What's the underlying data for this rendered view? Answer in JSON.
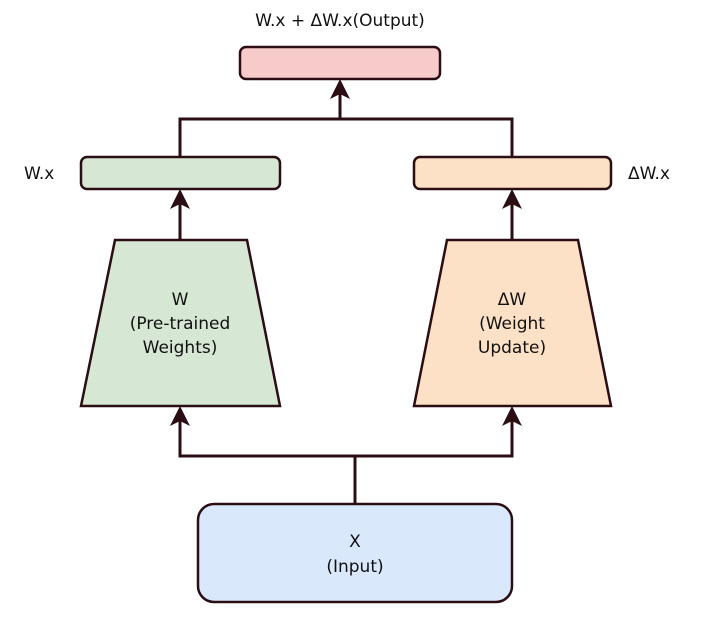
{
  "labels": {
    "output_caption": "W.x + ΔW.x(Output)",
    "left_caption": "W.x",
    "right_caption": "ΔW.x"
  },
  "pretrained": {
    "line1": "W",
    "line2": "(Pre-trained",
    "line3": "Weights)"
  },
  "update": {
    "line1": "ΔW",
    "line2": "(Weight",
    "line3": "Update)"
  },
  "input": {
    "line1": "X",
    "line2": "(Input)"
  },
  "colors": {
    "output_box": "#f8cbcb",
    "left_box": "#d6e8d4",
    "right_box": "#fde1c6",
    "input_box": "#d9e8fb",
    "line": "#2b0d14"
  }
}
